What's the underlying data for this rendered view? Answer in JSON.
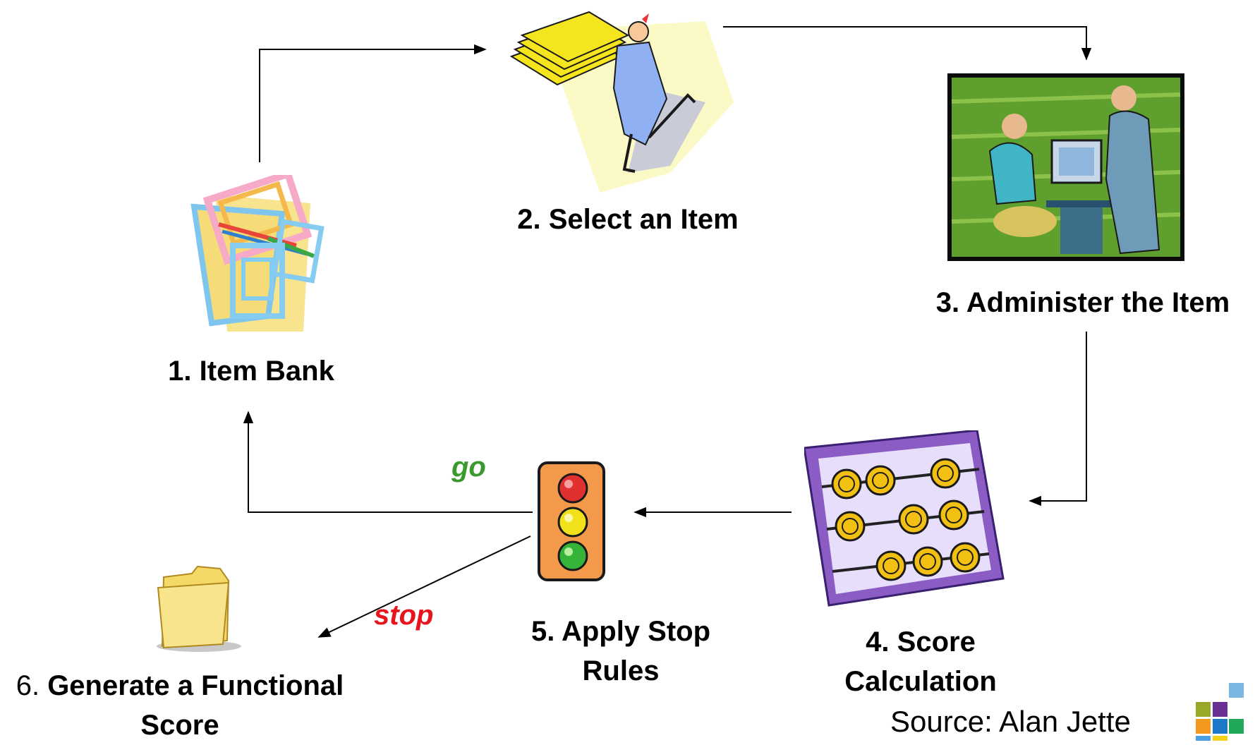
{
  "steps": {
    "item_bank": "1. Item Bank",
    "select_item": "2. Select an Item",
    "administer": "3. Administer the Item",
    "score_line1": "4. Score",
    "score_line2": "Calculation",
    "stop_rules_line1": "5. Apply Stop",
    "stop_rules_line2": "Rules",
    "generate_num": "6.",
    "generate_line1": "Generate a Functional",
    "generate_line2": "Score"
  },
  "branches": {
    "go": "go",
    "stop": "stop"
  },
  "source": "Source: Alan Jette",
  "colors": {
    "go": "#3a9a2e",
    "stop": "#e8141b",
    "abacus_frame": "#8a5cc4",
    "coin": "#f2c012",
    "screen_bg": "#5a9a2a"
  },
  "icons": [
    "item-bank-icon",
    "person-carrying-papers-icon",
    "people-at-computer-icon",
    "abacus-icon",
    "traffic-light-icon",
    "folder-icon",
    "logo-squares-icon"
  ]
}
